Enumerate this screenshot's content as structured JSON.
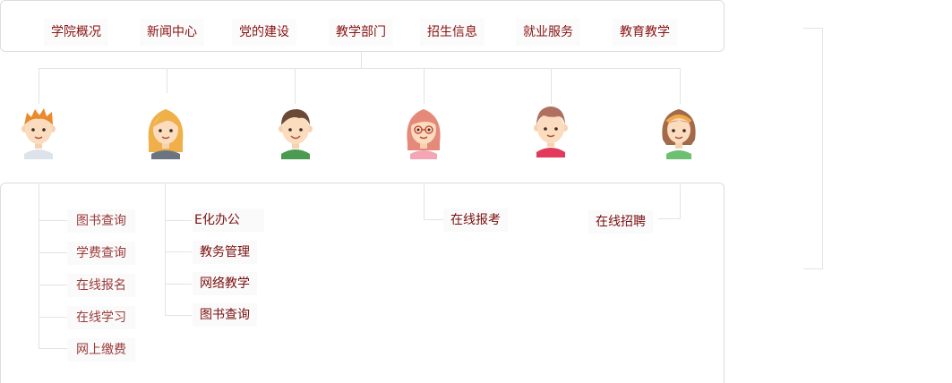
{
  "nav": {
    "items": [
      "学院概况",
      "新闻中心",
      "党的建设",
      "教学部门",
      "招生信息",
      "就业服务",
      "教育教学"
    ]
  },
  "columns": {
    "col1": [
      "图书查询",
      "学费查询",
      "在线报名",
      "在线学习",
      "网上缴费"
    ],
    "col2": [
      "E化办公",
      "教务管理",
      "网络教学",
      "图书查询"
    ],
    "col4": [
      "在线报考"
    ],
    "col5": [
      "在线招聘"
    ]
  },
  "colors": {
    "text": "#7a1010",
    "line": "#e3e3e3",
    "border": "#dddddd"
  }
}
